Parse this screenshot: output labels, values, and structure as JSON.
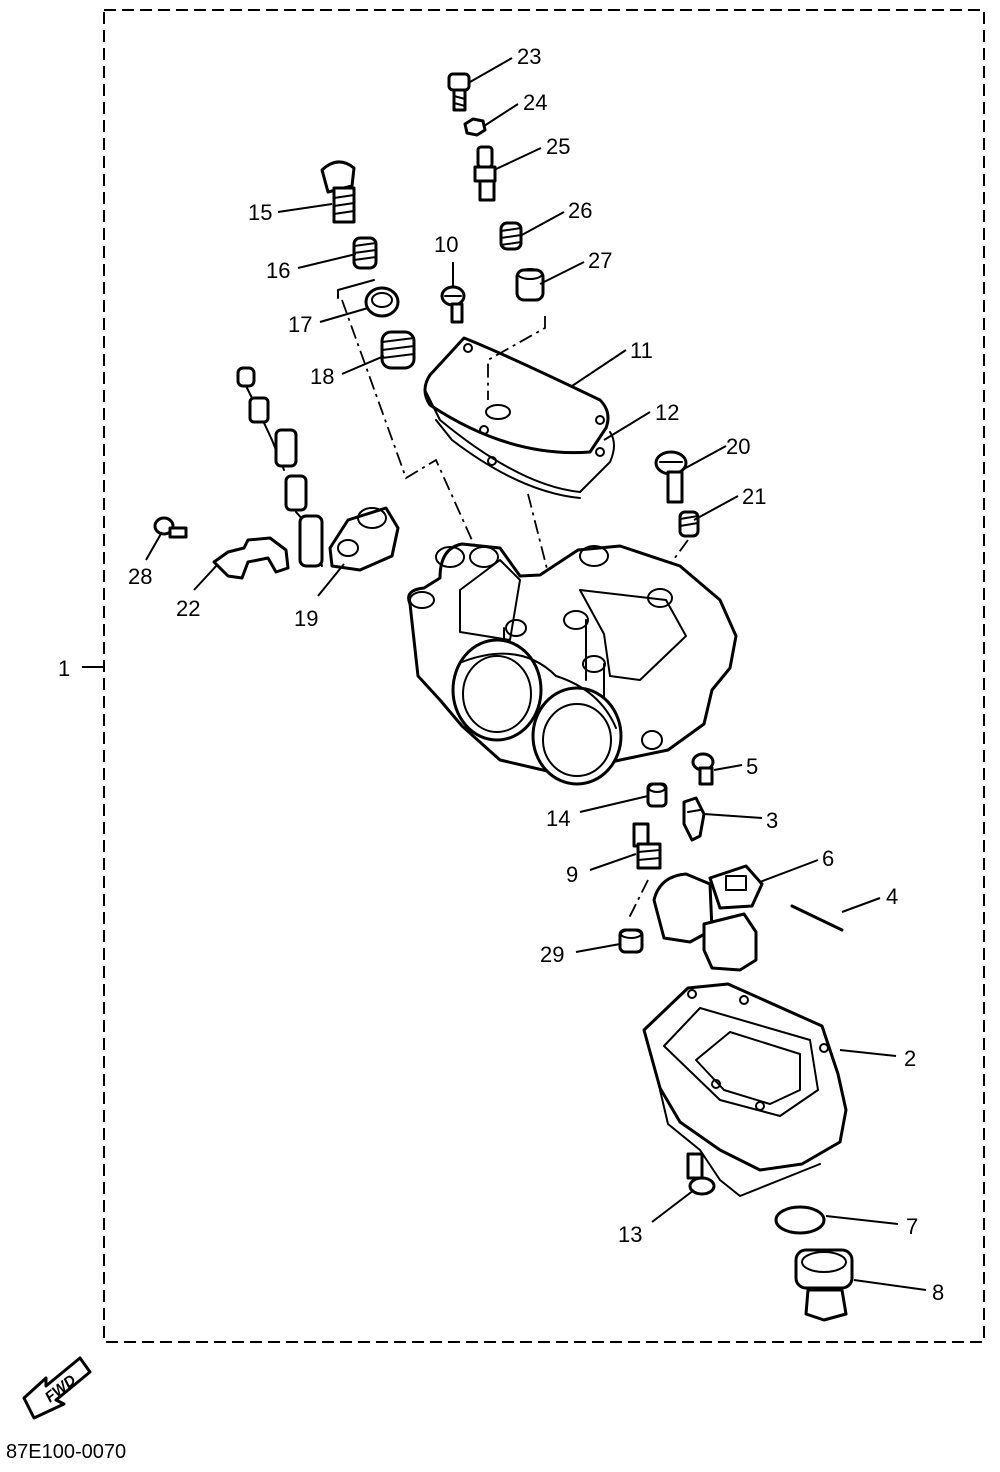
{
  "diagram": {
    "assembly_label": "1",
    "figure_code": "87E100-0070",
    "fwd_label": "FWD",
    "callouts": [
      "2",
      "3",
      "4",
      "5",
      "6",
      "7",
      "8",
      "9",
      "10",
      "11",
      "12",
      "13",
      "14",
      "15",
      "16",
      "17",
      "18",
      "19",
      "20",
      "21",
      "22",
      "23",
      "24",
      "25",
      "26",
      "27",
      "28",
      "29"
    ]
  }
}
